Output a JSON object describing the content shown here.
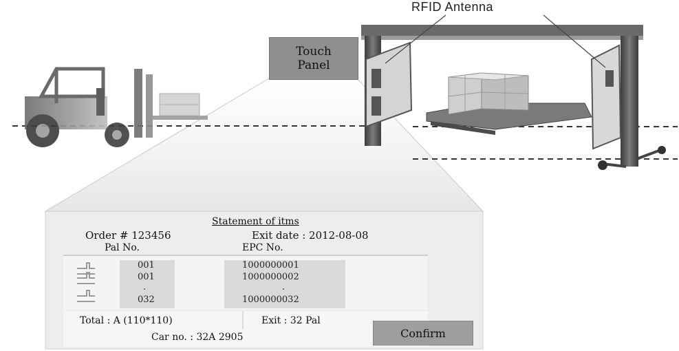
{
  "labels": {
    "antenna": "RFID Antenna",
    "touch_panel_line1": "Touch",
    "touch_panel_line2": "Panel"
  },
  "statement": {
    "title": "Statement of itms",
    "order": "Order # 123456",
    "exit_date": "Exit date : 2012-08-08",
    "col_pal": "Pal No.",
    "col_epc": "EPC No.",
    "rows": [
      {
        "pal": "001",
        "epc": "1000000001"
      },
      {
        "pal": "001",
        "epc": "1000000002"
      },
      {
        "pal": ".",
        "epc": "."
      },
      {
        "pal": "032",
        "epc": "1000000032"
      }
    ],
    "total": "Total : A (110*110)",
    "exit": "Exit : 32 Pal",
    "car_no": "Car no. : 32A 2905",
    "confirm_label": "Confirm"
  },
  "colors": {
    "panel_bg": "#ededed",
    "touch_box": "#8f8f8f",
    "confirm_bg": "#9e9e9e",
    "frame_dark": "#5a5a5a"
  },
  "icons": [
    "forklift-icon",
    "gate-antenna-icon",
    "pallet-boxes-icon",
    "pallet-stack-icon"
  ]
}
